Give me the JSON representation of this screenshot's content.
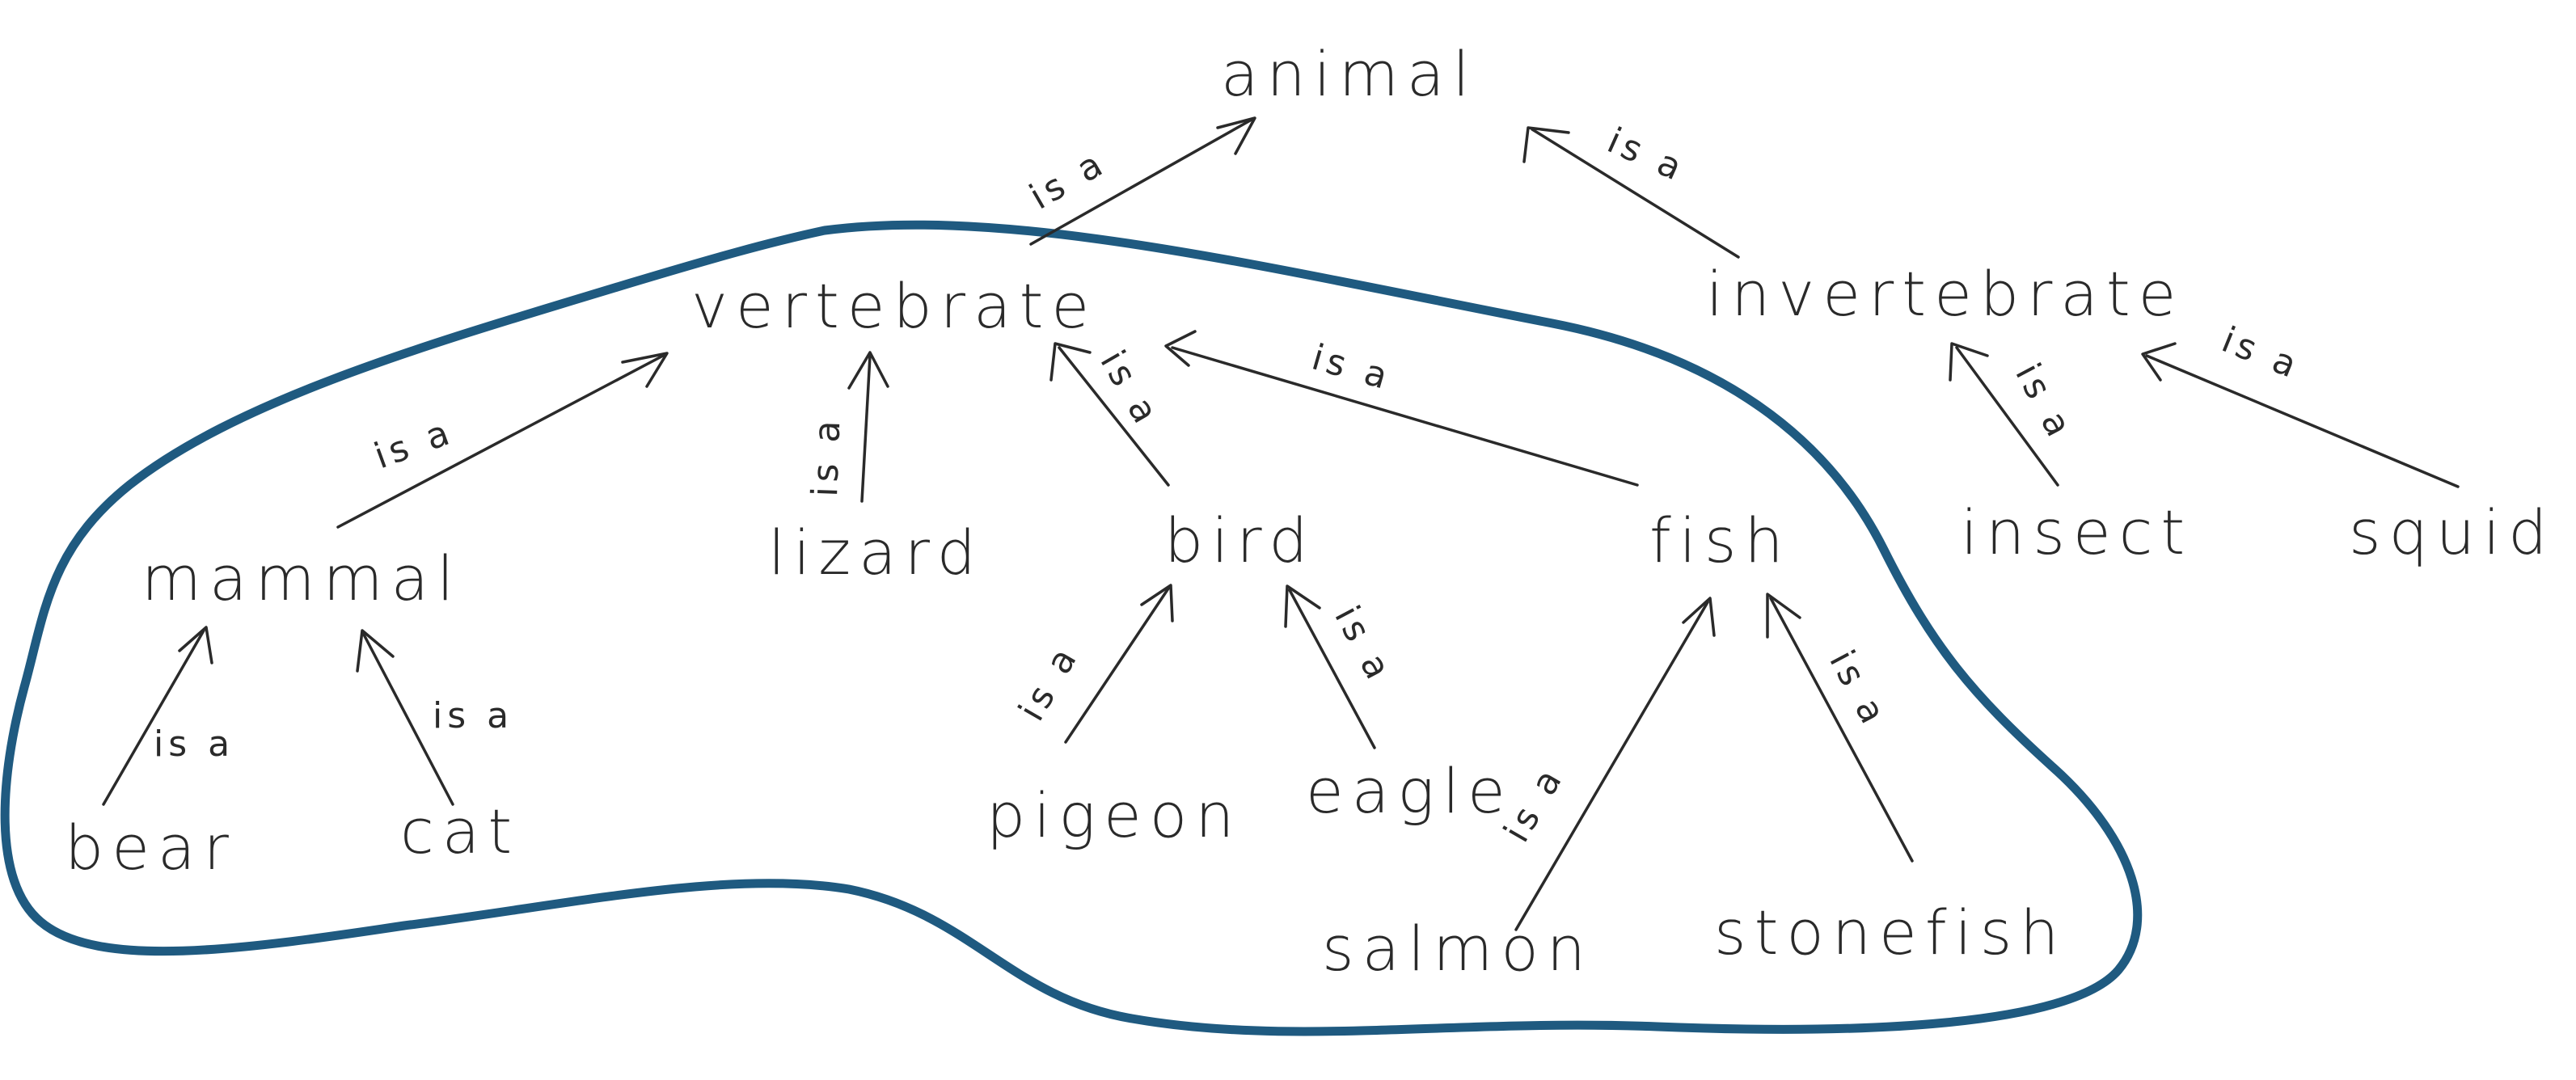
{
  "colors": {
    "ink": "#2a2a2a",
    "group_outline": "#1f5a80",
    "background": "#ffffff"
  },
  "nodes": {
    "animal": "animal",
    "vertebrate": "vertebrate",
    "invertebrate": "invertebrate",
    "mammal": "mammal",
    "lizard": "lizard",
    "bird": "bird",
    "fish": "fish",
    "insect": "insect",
    "squid": "squid",
    "bear": "bear",
    "cat": "cat",
    "pigeon": "pigeon",
    "eagle": "eagle",
    "salmon": "salmon",
    "stonefish": "stonefish"
  },
  "edges": [
    {
      "from": "vertebrate",
      "to": "animal",
      "label": "is a"
    },
    {
      "from": "invertebrate",
      "to": "animal",
      "label": "is a"
    },
    {
      "from": "mammal",
      "to": "vertebrate",
      "label": "is a"
    },
    {
      "from": "lizard",
      "to": "vertebrate",
      "label": "is a"
    },
    {
      "from": "bird",
      "to": "vertebrate",
      "label": "is a"
    },
    {
      "from": "fish",
      "to": "vertebrate",
      "label": "is a"
    },
    {
      "from": "insect",
      "to": "invertebrate",
      "label": "is a"
    },
    {
      "from": "squid",
      "to": "invertebrate",
      "label": "is a"
    },
    {
      "from": "bear",
      "to": "mammal",
      "label": "is a"
    },
    {
      "from": "cat",
      "to": "mammal",
      "label": "is a"
    },
    {
      "from": "pigeon",
      "to": "bird",
      "label": "is a"
    },
    {
      "from": "eagle",
      "to": "bird",
      "label": "is a"
    },
    {
      "from": "salmon",
      "to": "fish",
      "label": "is a"
    },
    {
      "from": "stonefish",
      "to": "fish",
      "label": "is a"
    }
  ]
}
